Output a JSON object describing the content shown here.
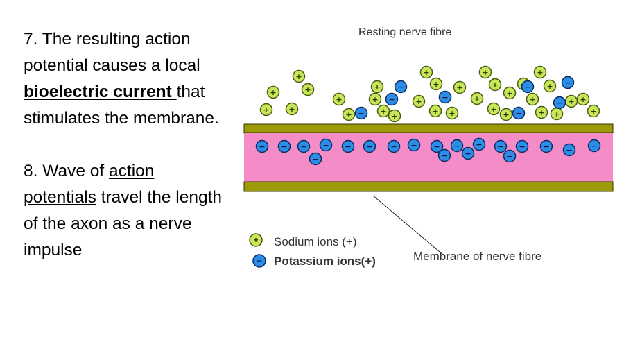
{
  "text": {
    "point7": {
      "lead": "7.  The resulting action potential causes a local ",
      "bold": "bioelectric current ",
      "tail": "that stimulates the membrane."
    },
    "point8": {
      "lead": "8.  Wave of ",
      "underlined": "action potentials",
      "tail": " travel the length of the axon as a nerve impulse"
    }
  },
  "diagram": {
    "title": "Resting nerve fibre",
    "membrane_label": "Membrane of nerve fibre",
    "legend": {
      "sodium": "Sodium ions  (+)",
      "potassium": "Potassium ions(+)"
    },
    "sodium_sign": "+",
    "potassium_sign": "−",
    "colors": {
      "membrane": "#9b9b07",
      "axon_interior": "#f48cc8",
      "sodium_fill": "#c8e65a",
      "potassium_fill": "#2d8de6"
    }
  }
}
